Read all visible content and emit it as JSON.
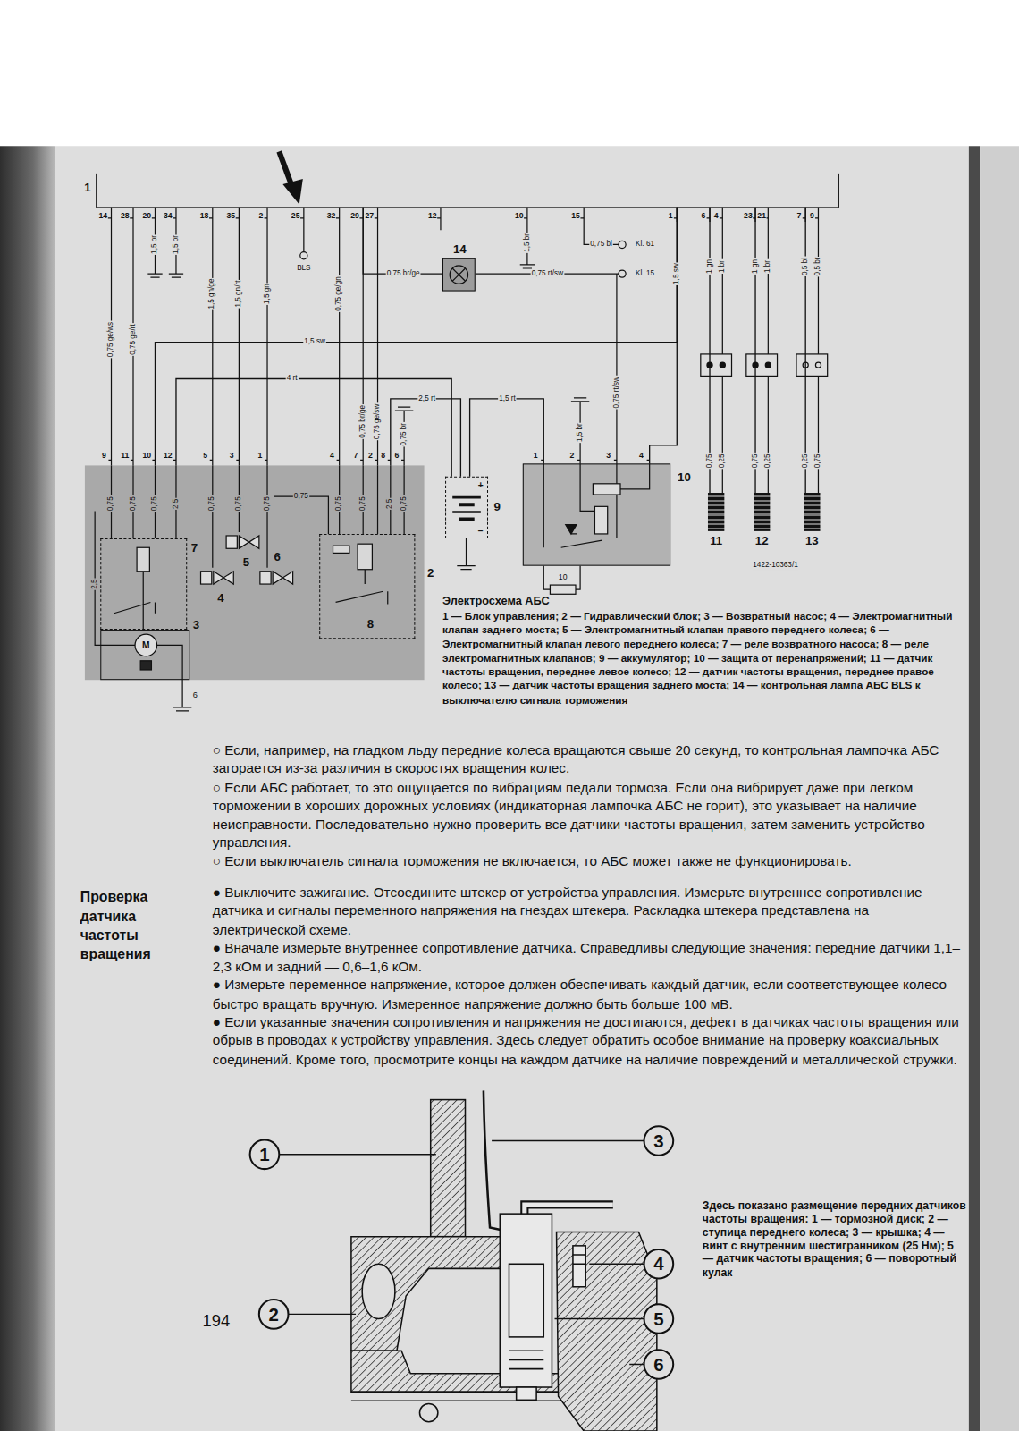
{
  "diagram": {
    "title": "Электросхема АБС",
    "caption": "1 — Блок управления; 2 — Гидравлический блок; 3 — Возвратный насос; 4 — Электромагнитный клапан заднего моста; 5 — Электромагнитный клапан правого переднего колеса; 6 — Электромагнитный клапан левого переднего колеса; 7 — реле возвратного насоса; 8 — реле электромагнитных клапанов; 9 — аккумулятор; 10 — защита от перенапряжений; 11 — датчик частоты вращения, переднее левое колесо; 12 — датчик частоты вращения, переднее правое колесо; 13 — датчик частоты вращения заднего моста; 14 — контрольная лампа АБС BLS к выключателю сигнала торможения",
    "nodes": [
      {
        "text": [
          "1"
        ]
      },
      {
        "text": [
          "2"
        ]
      },
      {
        "text": [
          "7"
        ],
        "in": 1
      },
      {
        "text": [
          "8"
        ],
        "in": 1
      },
      {
        "text": [
          "3"
        ],
        "in": 1
      },
      {
        "text": [
          "4"
        ],
        "in": 1
      },
      {
        "text": [
          "5"
        ],
        "in": 1
      },
      {
        "text": [
          "6"
        ],
        "in": 1
      },
      {
        "text": [
          "9"
        ]
      },
      {
        "text": [
          "10"
        ]
      },
      {
        "text": [
          "14"
        ]
      },
      {
        "text": [
          "11"
        ]
      },
      {
        "text": [
          "12"
        ]
      },
      {
        "text": [
          "13"
        ]
      }
    ],
    "edges": [
      {
        "from": 0,
        "to": 1,
        "arrow": "none",
        "label": "1,5 sw"
      },
      {
        "from": 0,
        "to": 9,
        "arrow": "none",
        "label": "1,5 sw"
      },
      {
        "from": 0,
        "to": 10,
        "arrow": "none",
        "label": "0,75 br/ge"
      },
      {
        "from": 1,
        "to": 8,
        "arrow": "none",
        "label": "4 rt"
      },
      {
        "from": 1,
        "to": 8,
        "arrow": "none",
        "label": "2,5 rt"
      },
      {
        "from": 9,
        "to": 8,
        "arrow": "none",
        "label": "1,5 rt"
      },
      {
        "from": 0,
        "to": 11,
        "arrow": "none"
      },
      {
        "from": 0,
        "to": 12,
        "arrow": "none"
      },
      {
        "from": 0,
        "to": 13,
        "arrow": "none"
      }
    ],
    "labels": [
      "14",
      "28",
      "20",
      "34",
      "18",
      "35",
      "2",
      "25",
      "32",
      "29",
      "27",
      "12",
      "10",
      "15",
      "1",
      "6",
      "4",
      "23",
      "21",
      "7",
      "9",
      "0,75 ge/ws",
      "0,75 ge/rt",
      "1,5 br",
      "1,5 br",
      "1,5 gn/ge",
      "1,5 gn/rt",
      "1,5 gn",
      "BLS",
      "0,75 ge/gn",
      "0,75 br/ge",
      "0,75 ge/sw",
      "0,75 br",
      "1,5 br",
      "0,75 bl",
      "Kl. 61",
      "0,75 rt/sw",
      "Kl. 15",
      "1,5 br",
      "0,75 rt/sw",
      "1 gn",
      "1 br",
      "1 gn",
      "1 br",
      "0,5 bl",
      "0,5 br",
      "0,75",
      "0,25",
      "0,75",
      "0,25",
      "0,25",
      "0,75",
      "9",
      "11",
      "10",
      "12",
      "5",
      "3",
      "1",
      "4",
      "7",
      "2",
      "8",
      "6",
      "0,75",
      "0,75",
      "0,75",
      "2,5",
      "0,75",
      "0,75",
      "0,75",
      "0,75",
      "0,75",
      "0,75",
      "2,5",
      "0,75",
      "2,5",
      "6",
      "1",
      "2",
      "3",
      "4",
      "10",
      "M",
      "1422-10363/1",
      "+",
      "−",
      "○ Если, например, на гладком льду передние колеса вращаются свыше 20 секунд, то контрольная лампочка АБС загорается из-за различия в скоростях вращения колес.",
      "○ Если АБС работает, то это ощущается по вибрациям педали тормоза. Если она вибрирует даже при легком торможении в хороших дорожных условиях (индикаторная лампочка АБС не горит), это указывает на наличие неисправности. Последовательно нужно проверить все датчики частоты вращения, затем заменить устройство управления.",
      "○ Если выключатель сигнала торможения не включается, то АБС может также не функционировать.",
      "Проверка датчика частоты вращения",
      "● Выключите зажигание. Отсоедините штекер от устройства управления. Измерьте внутреннее сопротивление датчика и сигналы переменного напряжения на гнездах штекера. Раскладка штекера представлена на электрической схеме.",
      "● Вначале измерьте внутреннее сопротивление датчика. Справедливы следующие значения: передние датчики 1,1–2,3 кОм и задний — 0,6–1,6 кОм.",
      "● Измерьте переменное напряжение, которое должен обеспечивать каждый датчик, если соответствующее колесо быстро вращать вручную. Измеренное напряжение должно быть больше 100 мВ.",
      "● Если указанные значения сопротивления и напряжения не достигаются, дефект в датчиках частоты вращения или обрыв в проводах к устройству управления. Здесь следует обратить особое внимание на проверку коаксиальных соединений. Кроме того, просмотрите концы на каждом датчике на наличие повреждений и металлической стружки.",
      "194",
      "1",
      "2",
      "3",
      "4",
      "5",
      "6",
      "Здесь показано размещение передних датчиков частоты вращения: 1 — тормозной диск; 2 — ступица переднего колеса; 3 — крышка; 4 — винт с внутренним шестигранником (25 Нм); 5 — датчик частоты вращения; 6 — поворотный кулак"
    ]
  }
}
